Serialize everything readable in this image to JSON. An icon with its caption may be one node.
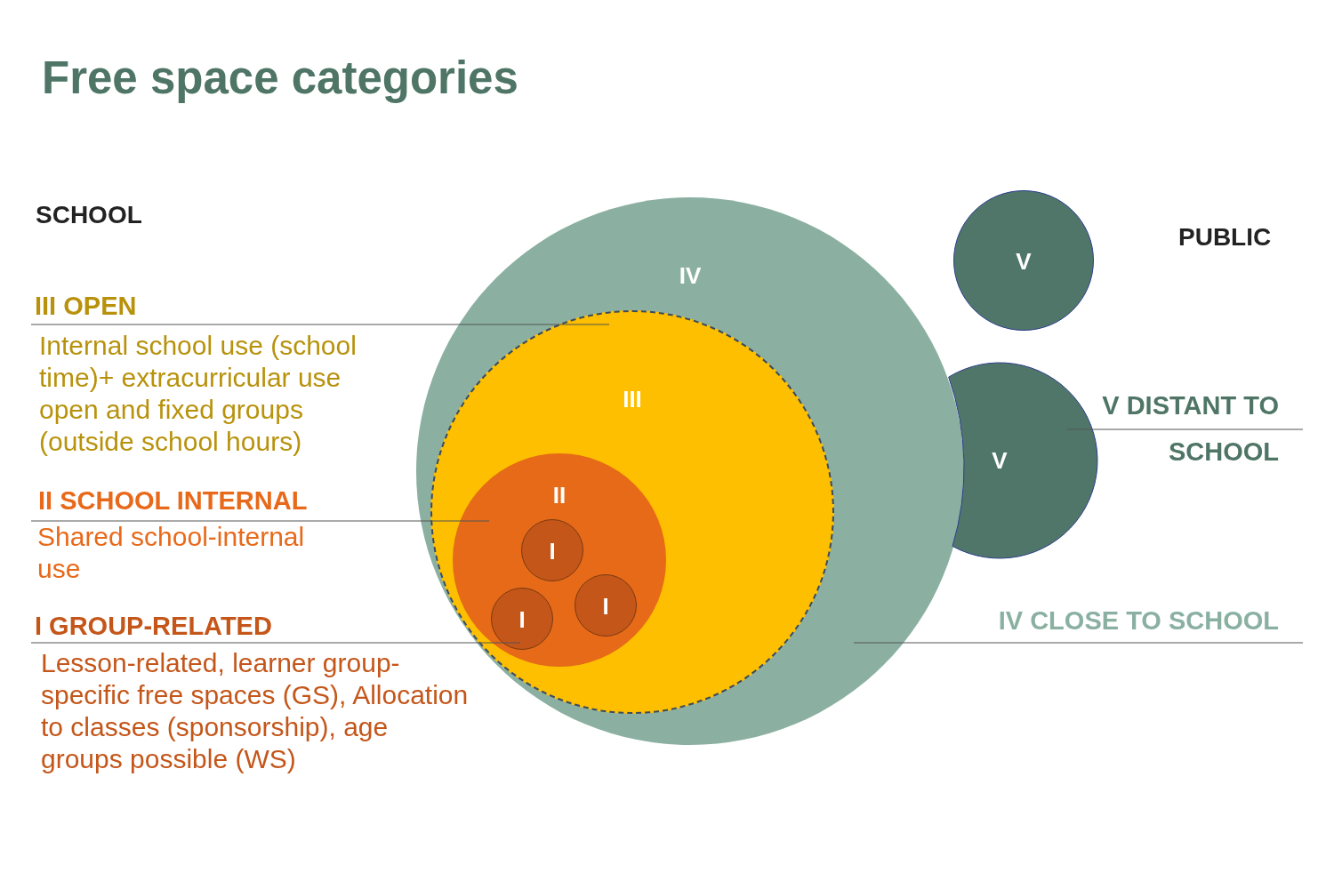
{
  "diagram": {
    "title": "Free space categories",
    "nodes": [
      {
        "text": [
          "IV"
        ]
      },
      {
        "text": [
          "III"
        ],
        "in": 0
      },
      {
        "text": [
          "II"
        ],
        "in": 1
      },
      {
        "text": [
          "I"
        ],
        "in": 2
      },
      {
        "text": [
          "I"
        ],
        "in": 2
      },
      {
        "text": [
          "I"
        ],
        "in": 2
      },
      {
        "text": [
          "V"
        ]
      },
      {
        "text": [
          "V"
        ]
      },
      {
        "text": [
          "III OPEN",
          "Internal school use (school time)+ extracurricular use open and fixed groups (outside school hours)"
        ]
      },
      {
        "text": [
          "II SCHOOL INTERNAL",
          "Shared school-internal use"
        ]
      },
      {
        "text": [
          "I GROUP-RELATED",
          "Lesson-related, learner group-specific free spaces (GS), Allocation to classes (sponsorship), age groups possible (WS)"
        ]
      },
      {
        "text": [
          "V DISTANT TO SCHOOL"
        ]
      },
      {
        "text": [
          "IV CLOSE TO SCHOOL"
        ]
      }
    ],
    "edges": [
      {
        "from": 8,
        "to": 1,
        "arrow": "none"
      },
      {
        "from": 9,
        "to": 2,
        "arrow": "none"
      },
      {
        "from": 10,
        "to": 4,
        "arrow": "none"
      },
      {
        "from": 11,
        "to": 7,
        "arrow": "none"
      },
      {
        "from": 12,
        "to": 0,
        "arrow": "none"
      }
    ],
    "labels": [
      "SCHOOL",
      "PUBLIC"
    ]
  }
}
